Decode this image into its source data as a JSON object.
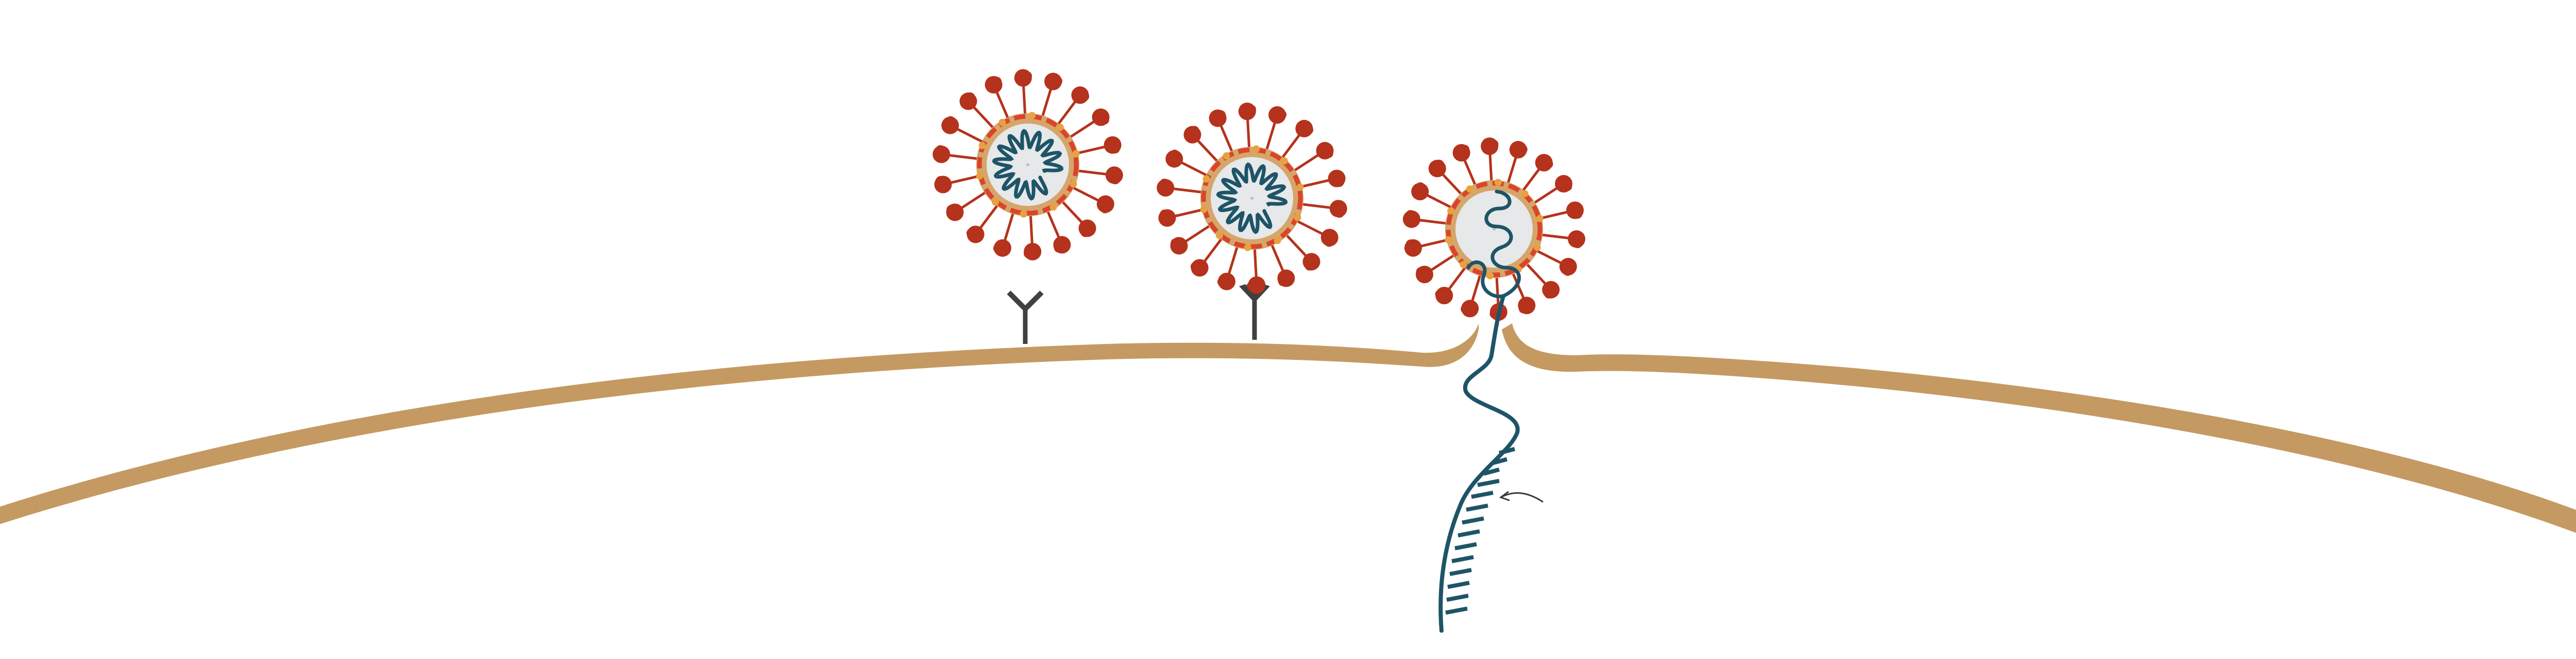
{
  "colors": {
    "background": "#ffffff",
    "membrane": "#c49a62",
    "spike": "#b5321c",
    "envelope_ring": "#d9452b",
    "envelope_accent": "#e8a040",
    "envelope_tan": "#d6a56a",
    "capsid": "#e6e8ea",
    "rna": "#1e5468",
    "receptor": "#404040",
    "arrow": "#3a3a3a"
  },
  "elements": {
    "viruses": [
      {
        "name": "virus-particle-free",
        "state": "unbound"
      },
      {
        "name": "virus-particle-bound",
        "state": "bound to receptor"
      },
      {
        "name": "virus-particle-fusing",
        "state": "fusing with membrane"
      }
    ],
    "receptors": [
      {
        "name": "receptor-unbound",
        "state": "free"
      },
      {
        "name": "receptor-bound",
        "state": "bound"
      }
    ],
    "rna": {
      "name": "viral-rna-strand",
      "state": "released into cell"
    },
    "arrow": {
      "name": "curved-arrow-icon"
    }
  }
}
